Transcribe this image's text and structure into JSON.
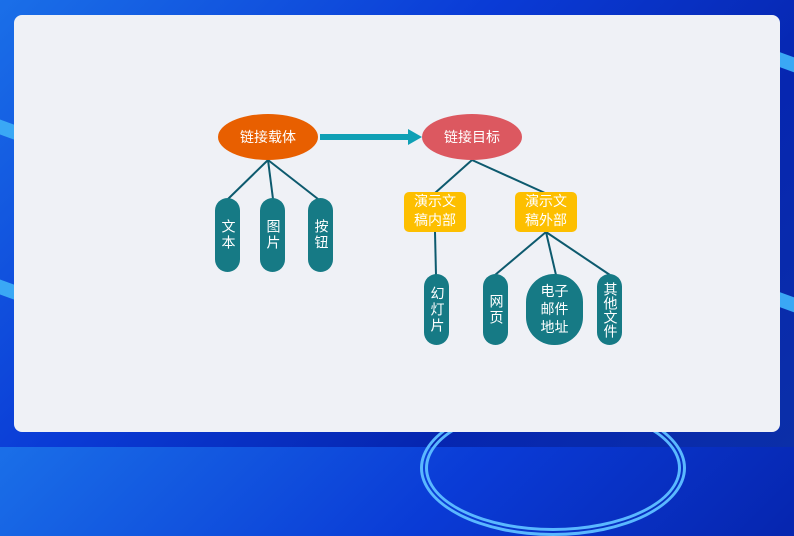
{
  "colors": {
    "carrier": "#e85f00",
    "target": "#dc5860",
    "category": "#fdbf00",
    "leaf": "#167a85",
    "line": "#0d5a6e",
    "arrow": "#0fa0b5"
  },
  "diagram": {
    "carrier": {
      "label": "链接载体",
      "children": [
        "文本",
        "图片",
        "按钮"
      ]
    },
    "target": {
      "label": "链接目标",
      "internal": {
        "label": "演示文稿内部",
        "children": [
          "幻灯片"
        ]
      },
      "external": {
        "label": "演示文稿外部",
        "children": [
          "网页",
          "电子邮件地址",
          "其他文件"
        ]
      }
    }
  }
}
